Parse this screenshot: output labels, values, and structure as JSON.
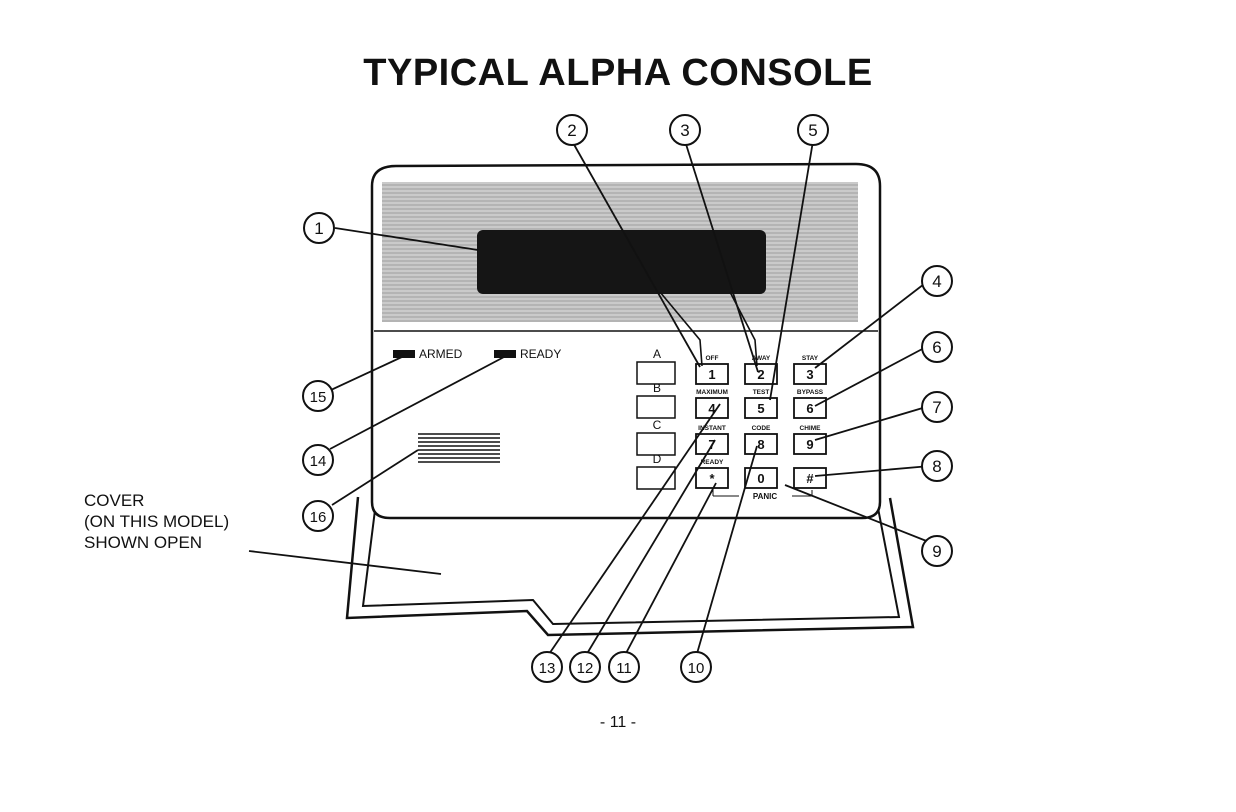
{
  "title": "TYPICAL ALPHA CONSOLE",
  "page_number": "- 11 -",
  "cover_caption": [
    "COVER",
    "(ON THIS MODEL)",
    "SHOWN OPEN"
  ],
  "indicators": {
    "armed": "ARMED",
    "ready": "READY"
  },
  "side_keys": [
    "A",
    "B",
    "C",
    "D"
  ],
  "keys": [
    {
      "label": "1",
      "caption": "OFF"
    },
    {
      "label": "2",
      "caption": "AWAY"
    },
    {
      "label": "3",
      "caption": "STAY"
    },
    {
      "label": "4",
      "caption": "MAXIMUM"
    },
    {
      "label": "5",
      "caption": "TEST"
    },
    {
      "label": "6",
      "caption": "BYPASS"
    },
    {
      "label": "7",
      "caption": "INSTANT"
    },
    {
      "label": "8",
      "caption": "CODE"
    },
    {
      "label": "9",
      "caption": "CHIME"
    },
    {
      "label": "*",
      "caption": "READY"
    },
    {
      "label": "0",
      "caption": ""
    },
    {
      "label": "#",
      "caption": ""
    }
  ],
  "panic_label": "PANIC",
  "callouts": [
    "1",
    "2",
    "3",
    "4",
    "5",
    "6",
    "7",
    "8",
    "9",
    "10",
    "11",
    "12",
    "13",
    "14",
    "15",
    "16"
  ],
  "colors": {
    "ink": "#111111",
    "display": "#151515",
    "display_bezel": "#bdbdbd",
    "paper": "#ffffff"
  }
}
